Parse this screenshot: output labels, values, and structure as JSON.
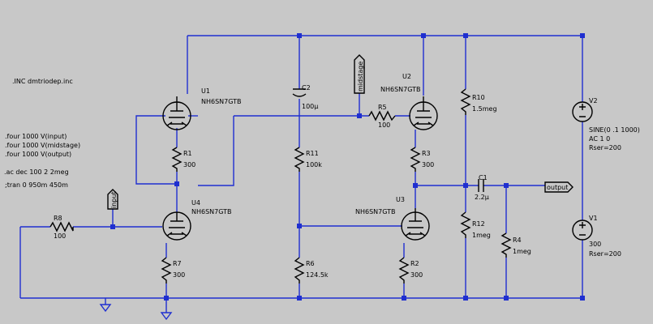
{
  "directives": [
    ".INC dmtriodep.inc",
    ".four 1000 V(input)",
    ".four 1000 V(midstage)",
    ".four 1000 V(output)",
    ".ac dec 100 2 2meg",
    ";tran 0 950m 450m"
  ],
  "tubes": {
    "U1": {
      "ref": "U1",
      "model": "NH6SN7GTB"
    },
    "U2": {
      "ref": "U2",
      "model": "NH6SN7GTB"
    },
    "U3": {
      "ref": "U3",
      "model": "NH6SN7GTB"
    },
    "U4": {
      "ref": "U4",
      "model": "NH6SN7GTB"
    }
  },
  "resistors": {
    "R1": {
      "ref": "R1",
      "value": "300"
    },
    "R2": {
      "ref": "R2",
      "value": "300"
    },
    "R3": {
      "ref": "R3",
      "value": "300"
    },
    "R4": {
      "ref": "R4",
      "value": "1meg"
    },
    "R5": {
      "ref": "R5",
      "value": "100"
    },
    "R6": {
      "ref": "R6",
      "value": "124.5k"
    },
    "R7": {
      "ref": "R7",
      "value": "300"
    },
    "R8": {
      "ref": "R8",
      "value": "100"
    },
    "R10": {
      "ref": "R10",
      "value": "1.5meg"
    },
    "R11": {
      "ref": "R11",
      "value": "100k"
    },
    "R12": {
      "ref": "R12",
      "value": "1meg"
    }
  },
  "capacitors": {
    "C1": {
      "ref": "C1",
      "value": "2.2µ"
    },
    "C2": {
      "ref": "C2",
      "value": "100µ"
    }
  },
  "sources": {
    "V1": {
      "ref": "V1",
      "value": "300",
      "param": "Rser=200"
    },
    "V2": {
      "ref": "V2",
      "value": "SINE(0 .1 1000)",
      "ac": "AC 1 0",
      "param": "Rser=200"
    }
  },
  "nets": {
    "input": "input",
    "midstage": "midstage",
    "output": "output"
  },
  "colors": {
    "background": "#c8c8c8",
    "wire": "#1f2fd0",
    "component": "#000000"
  }
}
